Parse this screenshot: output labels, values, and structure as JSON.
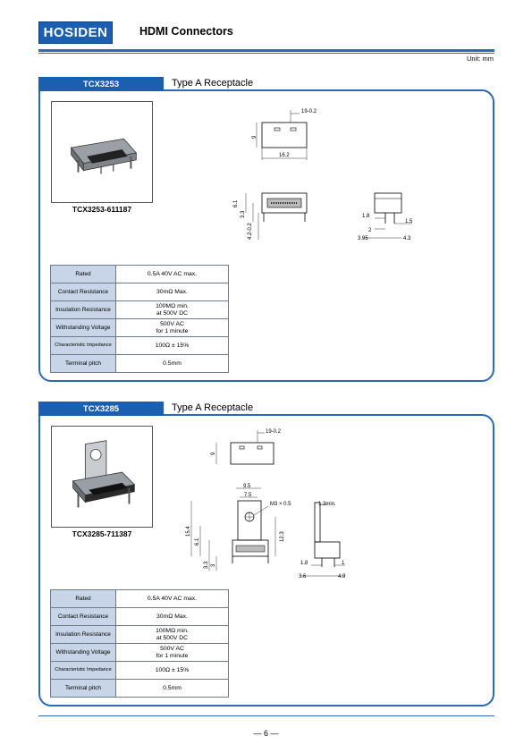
{
  "header": {
    "logo_text": "HOSIDEN",
    "title": "HDMI Connectors",
    "unit": "Unit: mm"
  },
  "sections": [
    {
      "model": "TCX3253",
      "type": "Type A Receptacle",
      "part_number": "TCX3253-611187",
      "specs": [
        {
          "label": "Rated",
          "value": "0.5A 40V AC max."
        },
        {
          "label": "Contact Resistance",
          "value": "30mΩ Max."
        },
        {
          "label": "Insulation Resistance",
          "value": "100MΩ min.\nat 500V DC"
        },
        {
          "label": "Withstanding Voltage",
          "value": "500V AC\nfor 1 minute"
        },
        {
          "label": "Characteristic Impedance",
          "value": "100Ω ± 15%"
        },
        {
          "label": "Terminal pitch",
          "value": "0.5mm"
        }
      ],
      "dims": {
        "d1": "19-0.2",
        "d2": "9",
        "d3": "16.2",
        "d4": "6.1",
        "d5": "3.3",
        "d6": "4.2-0.2",
        "d7": "1.8",
        "d8": "1.5",
        "d9": "2",
        "d10": "3.95",
        "d11": "4.3"
      }
    },
    {
      "model": "TCX3285",
      "type": "Type A Receptacle",
      "part_number": "TCX3285-711387",
      "specs": [
        {
          "label": "Rated",
          "value": "0.5A 40V AC max."
        },
        {
          "label": "Contact Resistance",
          "value": "30mΩ Max."
        },
        {
          "label": "Insulation Resistance",
          "value": "100MΩ min.\nat 500V DC"
        },
        {
          "label": "Withstanding Voltage",
          "value": "500V AC\nfor 1 minute"
        },
        {
          "label": "Characteristic Impedance",
          "value": "100Ω ± 15%"
        },
        {
          "label": "Terminal pitch",
          "value": "0.5mm"
        }
      ],
      "dims": {
        "d1": "19-0.2",
        "d2": "9",
        "d3": "9.5",
        "d4": "7.5",
        "d5": "M3 × 0.5",
        "d6": "15.4",
        "d7": "6.1",
        "d8": "12.3",
        "d9": "3.3",
        "d10": "3",
        "d11": "1.3min.",
        "d12": "1.8",
        "d13": "1",
        "d14": "3.6",
        "d15": "4.9"
      }
    }
  ],
  "footer": {
    "page_number": "— 6 —"
  }
}
